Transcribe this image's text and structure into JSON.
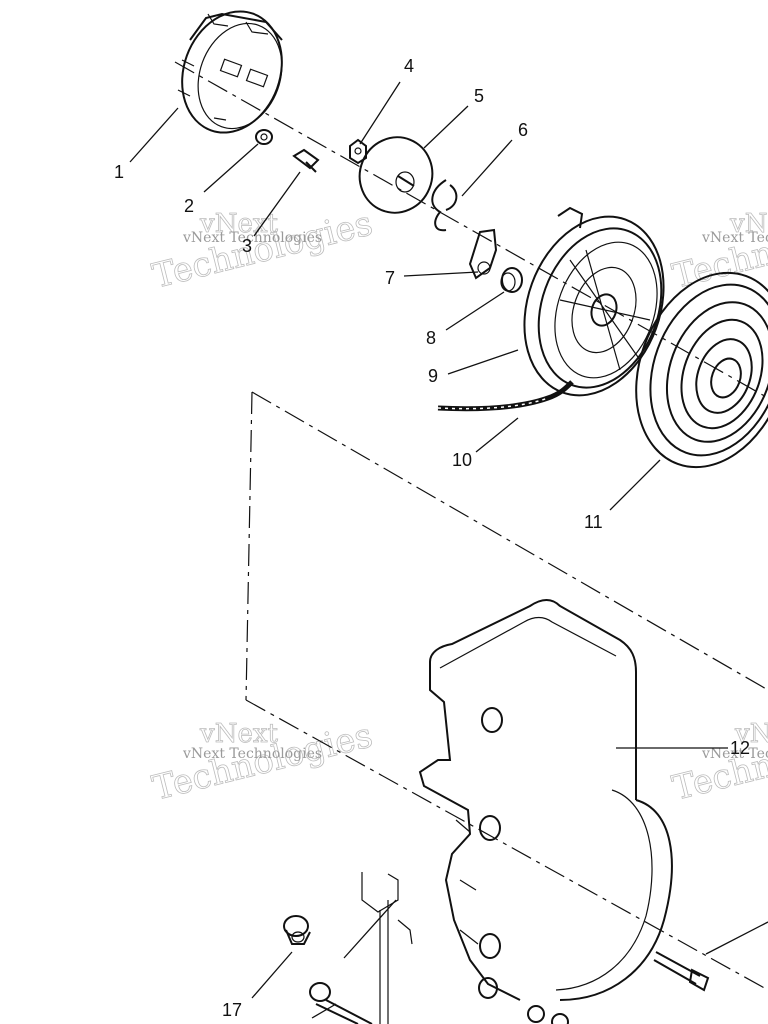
{
  "callouts": {
    "c1": "1",
    "c2": "2",
    "c3": "3",
    "c4": "4",
    "c5": "5",
    "c6": "6",
    "c7": "7",
    "c8": "8",
    "c9": "9",
    "c10": "10",
    "c11": "11",
    "c12": "12",
    "c17": "17"
  },
  "watermarks": {
    "brand_line_1": "vNext",
    "brand_line_2": "Technologies",
    "brand_small": "vNext Technologies"
  }
}
